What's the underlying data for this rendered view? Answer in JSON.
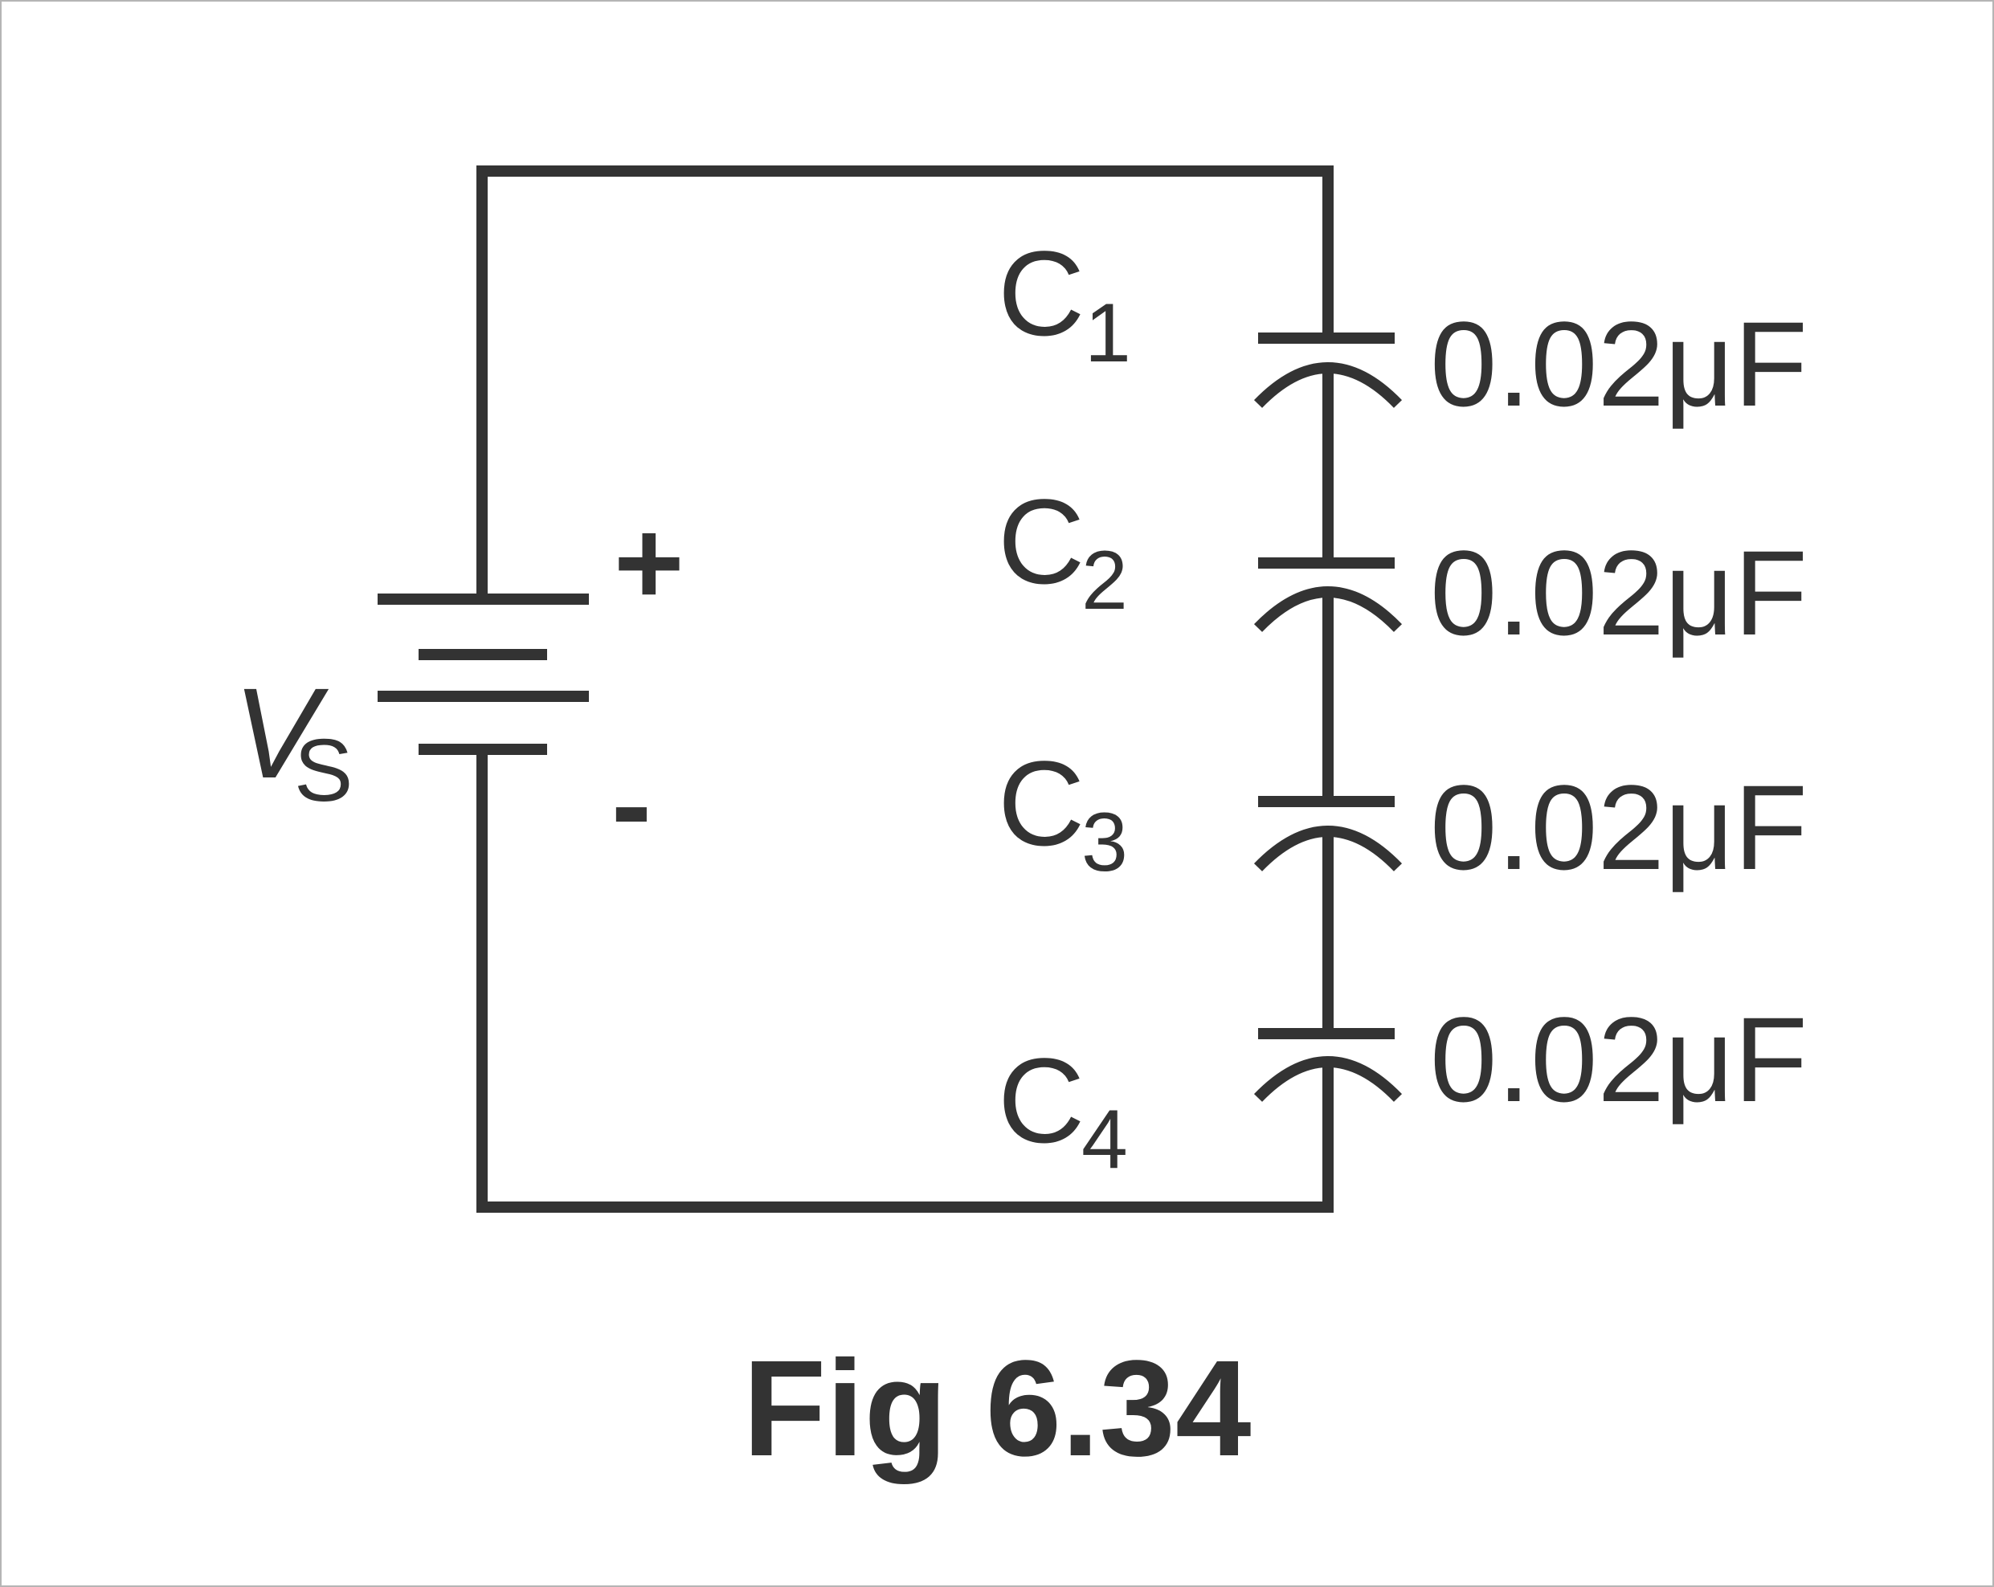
{
  "source": {
    "label": "V",
    "subscript": "S",
    "plus_sign": "+",
    "minus_sign": "-"
  },
  "capacitors": [
    {
      "label": "C",
      "subscript": "1",
      "value": "0.02μF"
    },
    {
      "label": "C",
      "subscript": "2",
      "value": "0.02μF"
    },
    {
      "label": "C",
      "subscript": "3",
      "value": "0.02μF"
    },
    {
      "label": "C",
      "subscript": "4",
      "value": "0.02μF"
    }
  ],
  "caption": "Fig 6.34"
}
